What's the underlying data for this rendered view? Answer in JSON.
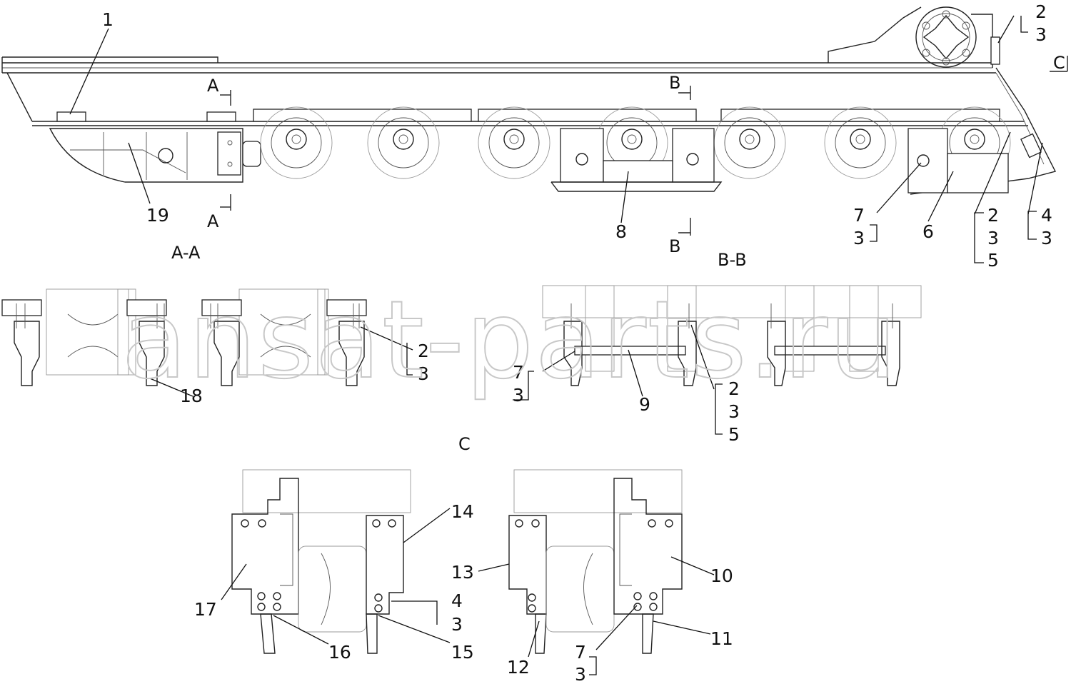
{
  "watermark": "ansat-parts.ru",
  "sections": {
    "aa": "A-A",
    "bb": "B-B",
    "c": "C",
    "cut_a": "A",
    "cut_b": "B",
    "cut_c": "C"
  },
  "callouts": {
    "n1": "1",
    "n2": "2",
    "n3": "3",
    "n4": "4",
    "n5": "5",
    "n6": "6",
    "n7": "7",
    "n8": "8",
    "n9": "9",
    "n10": "10",
    "n11": "11",
    "n12": "12",
    "n13": "13",
    "n14": "14",
    "n15": "15",
    "n16": "16",
    "n17": "17",
    "n18": "18",
    "n19": "19"
  }
}
